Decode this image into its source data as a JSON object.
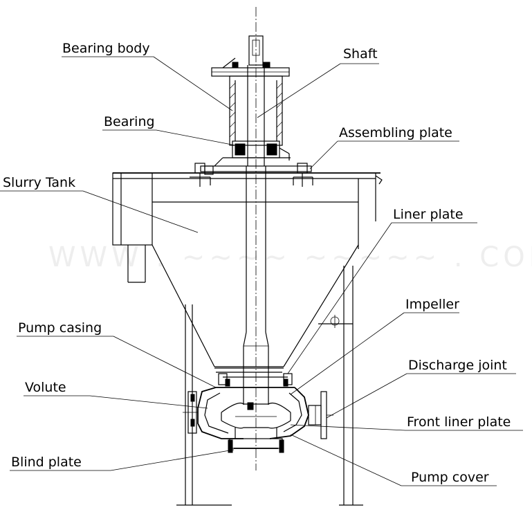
{
  "labels": {
    "bearing_body": "Bearing body",
    "shaft": "Shaft",
    "bearing": "Bearing",
    "assembling_plate": "Assembling plate",
    "slurry_tank": "Slurry Tank",
    "liner_plate": "Liner plate",
    "impeller": "Impeller",
    "pump_casing": "Pump casing",
    "discharge_joint": "Discharge joint",
    "volute": "Volute",
    "front_liner_plate": "Front liner plate",
    "blind_plate": "Blind plate",
    "pump_cover": "Pump cover"
  },
  "colors": {
    "line": "#000000",
    "background": "#ffffff"
  }
}
